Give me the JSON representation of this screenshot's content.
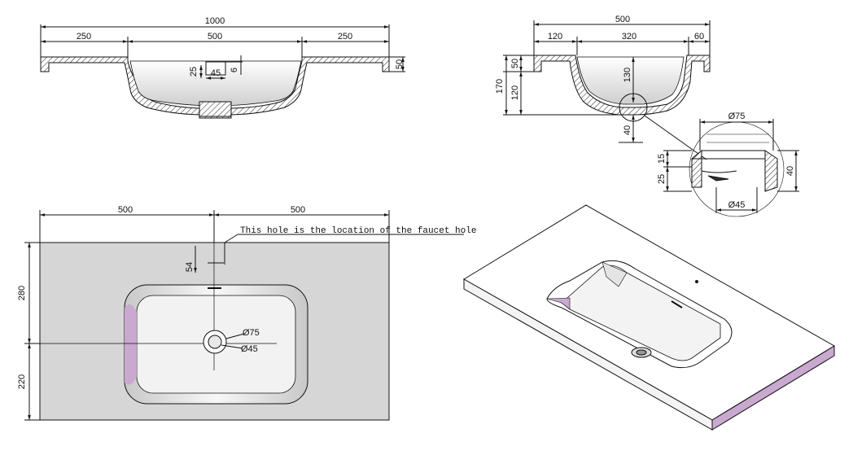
{
  "front_view": {
    "overall": "1000",
    "left": "250",
    "center": "500",
    "right": "250",
    "height": "50",
    "hole_width": "45",
    "hole_depth": "25",
    "hole_offset": "6"
  },
  "side_view": {
    "overall": "500",
    "left": "120",
    "center": "320",
    "right": "60",
    "total_height": "170",
    "top": "50",
    "bowl": "120",
    "bowl_inner": "130",
    "drain_depth": "40"
  },
  "detail_view": {
    "top_diameter": "Ø75",
    "bottom_diameter": "Ø45",
    "height": "40",
    "upper": "15",
    "lower": "25"
  },
  "top_view": {
    "left": "500",
    "right": "500",
    "upper": "280",
    "lower": "220",
    "faucet_offset": "54",
    "note": "This hole is the location of the faucet hole",
    "drain_outer": "Ø75",
    "drain_inner": "Ø45"
  },
  "colors": {
    "line": "#111111",
    "panel": "#d6d6d6",
    "wall": "#c9a9cf",
    "hatch": "#444444"
  }
}
